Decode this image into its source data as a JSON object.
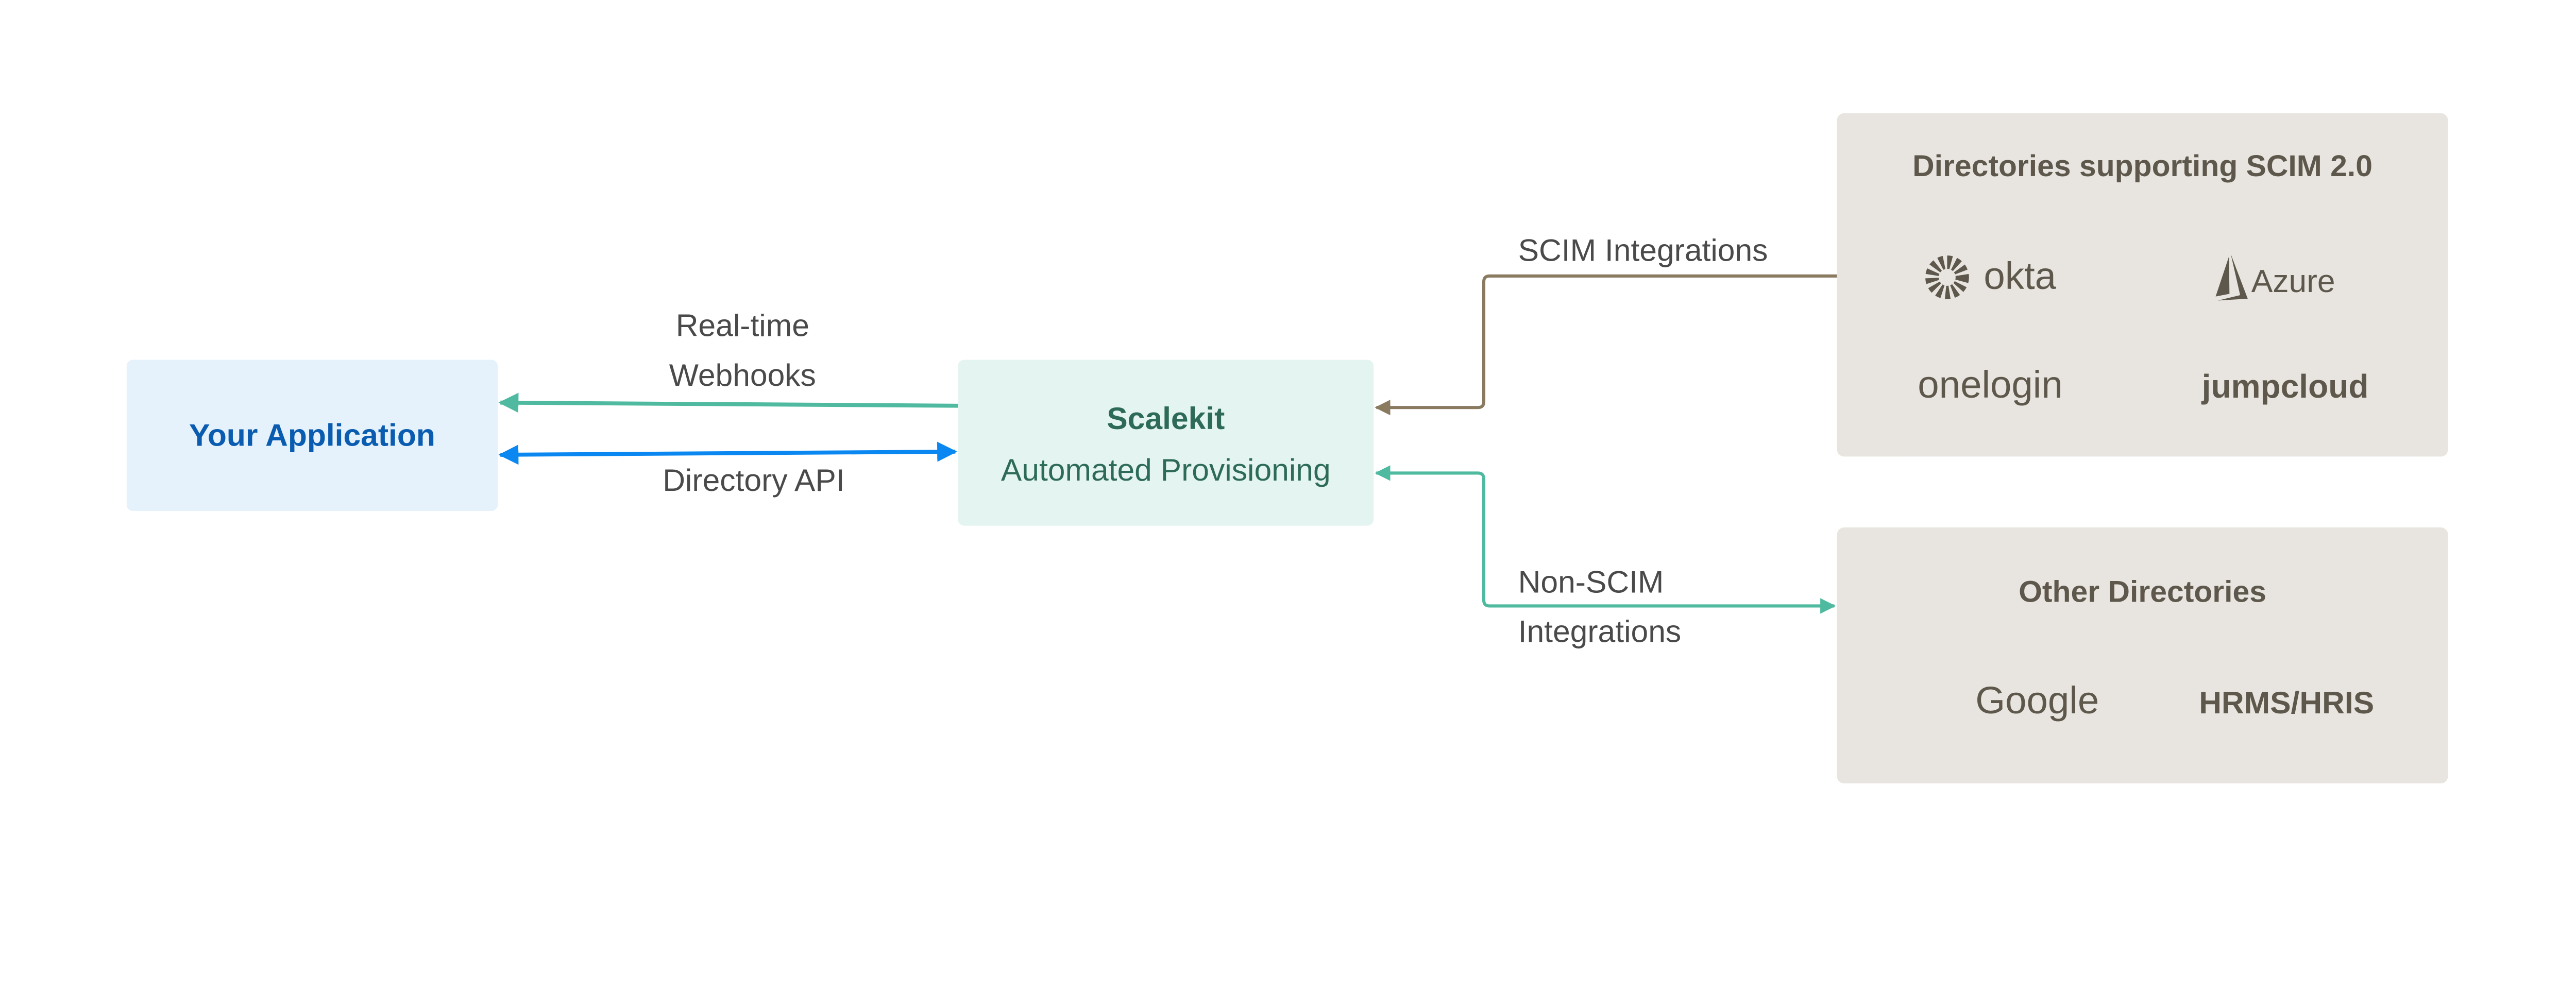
{
  "nodes": {
    "app": {
      "label": "Your Application"
    },
    "scalekit": {
      "title": "Scalekit",
      "subtitle": "Automated Provisioning"
    },
    "scim_dirs": {
      "title": "Directories supporting SCIM 2.0",
      "logos": [
        "okta",
        "Azure",
        "onelogin",
        "jumpcloud"
      ]
    },
    "other_dirs": {
      "title": "Other Directories",
      "items": [
        "Google",
        "HRMS/HRIS"
      ]
    }
  },
  "edges": {
    "webhooks": {
      "line1": "Real-time",
      "line2": "Webhooks"
    },
    "directory_api": {
      "label": "Directory API"
    },
    "scim": {
      "label": "SCIM Integrations"
    },
    "non_scim": {
      "line1": "Non-SCIM",
      "line2": "Integrations"
    }
  },
  "colors": {
    "app_fill": "#e5f1fb",
    "app_text": "#0a5cb0",
    "scalekit_fill": "#e4f4f0",
    "scalekit_text": "#2d6b58",
    "directory_fill": "#e8e5e0",
    "directory_text": "#5e584c",
    "webhook_arrow": "#4fba9f",
    "api_arrow": "#0a87f0",
    "scim_arrow": "#8a7a60"
  }
}
